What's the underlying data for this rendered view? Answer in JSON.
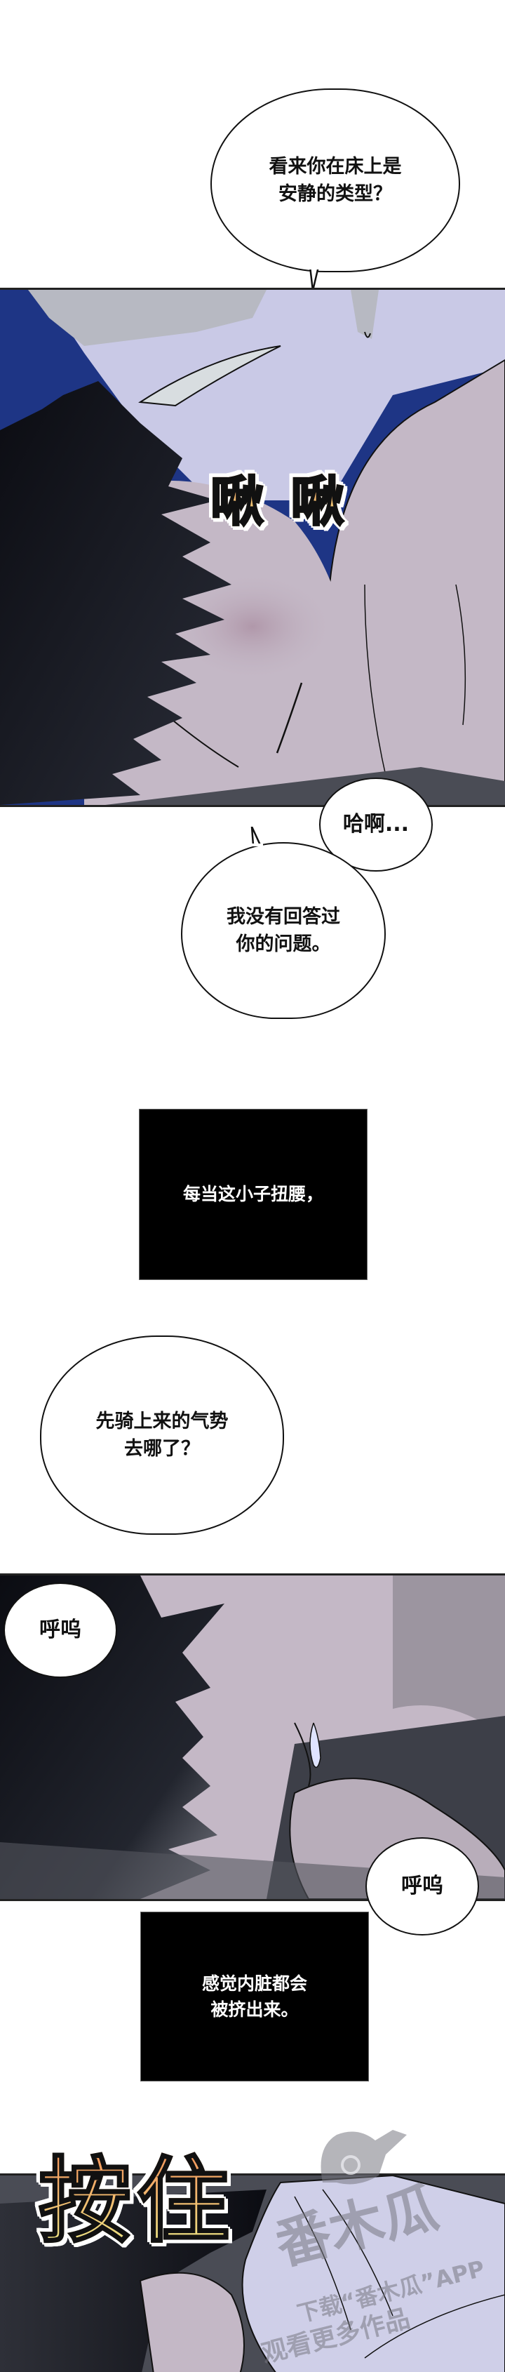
{
  "bubbles": {
    "b1": {
      "text": "看来你在床上是\n安静的类型？"
    },
    "b2": {
      "text": "哈啊..."
    },
    "b3": {
      "text": "我没有回答过\n你的问题。"
    },
    "b4": {
      "text": "先骑上来的气势\n去哪了？"
    },
    "b5": {
      "text": "呼呜"
    },
    "b6": {
      "text": "呼呜"
    }
  },
  "narration": {
    "n1": {
      "text": "每当这小子扭腰，"
    },
    "n2": {
      "text": "感觉内脏都会\n被挤出来。"
    }
  },
  "sfx": {
    "s1": {
      "text": "啾 啾"
    },
    "s2": {
      "text": "按住"
    }
  },
  "watermark": {
    "logo": "番木瓜",
    "line1": "下载“番木瓜”APP",
    "line2": "观看更多作品"
  },
  "colors": {
    "night_blue": "#1e3585",
    "face_lavender": "#c9c9e6",
    "skin_mauve": "#c4b8c6",
    "hair_black": "#0c0d12",
    "shadow_gray": "#4a4c55",
    "sfx_top": "#f2824f",
    "sfx_bottom": "#e9f289"
  }
}
